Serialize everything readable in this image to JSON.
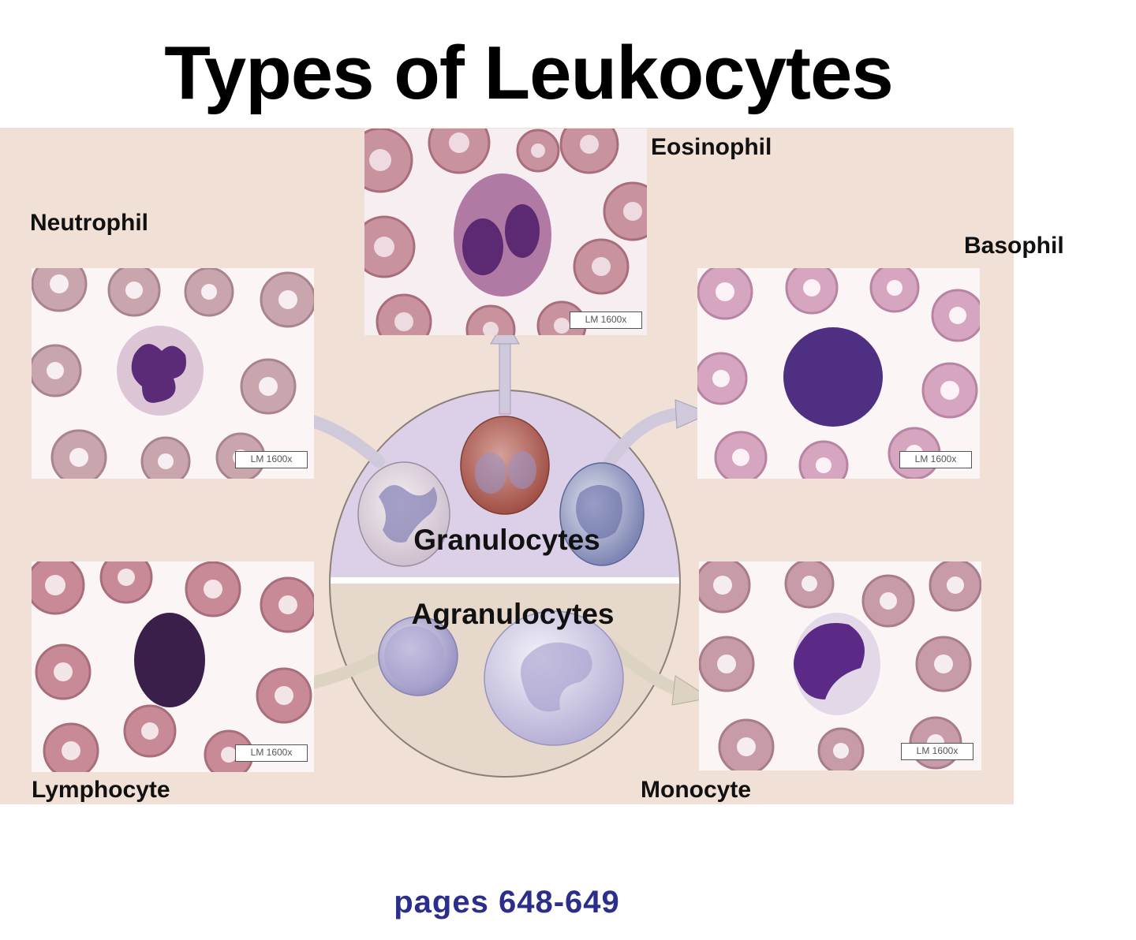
{
  "title": "Types of Leukocytes",
  "labels": {
    "eosinophil": "Eosinophil",
    "neutrophil": "Neutrophil",
    "basophil": "Basophil",
    "lymphocyte": "Lymphocyte",
    "monocyte": "Monocyte",
    "granulocytes": "Granulocytes",
    "agranulocytes": "Agranulocytes"
  },
  "scale_label": "LM 1600x",
  "footer": "pages 648-649",
  "colors": {
    "panel": "#f0e0d6",
    "granulocyte_region": "#dcd0e8",
    "agranulocyte_region": "#e6d9cb",
    "footer_text": "#2b2e8c",
    "rbc": "#c8939f"
  }
}
